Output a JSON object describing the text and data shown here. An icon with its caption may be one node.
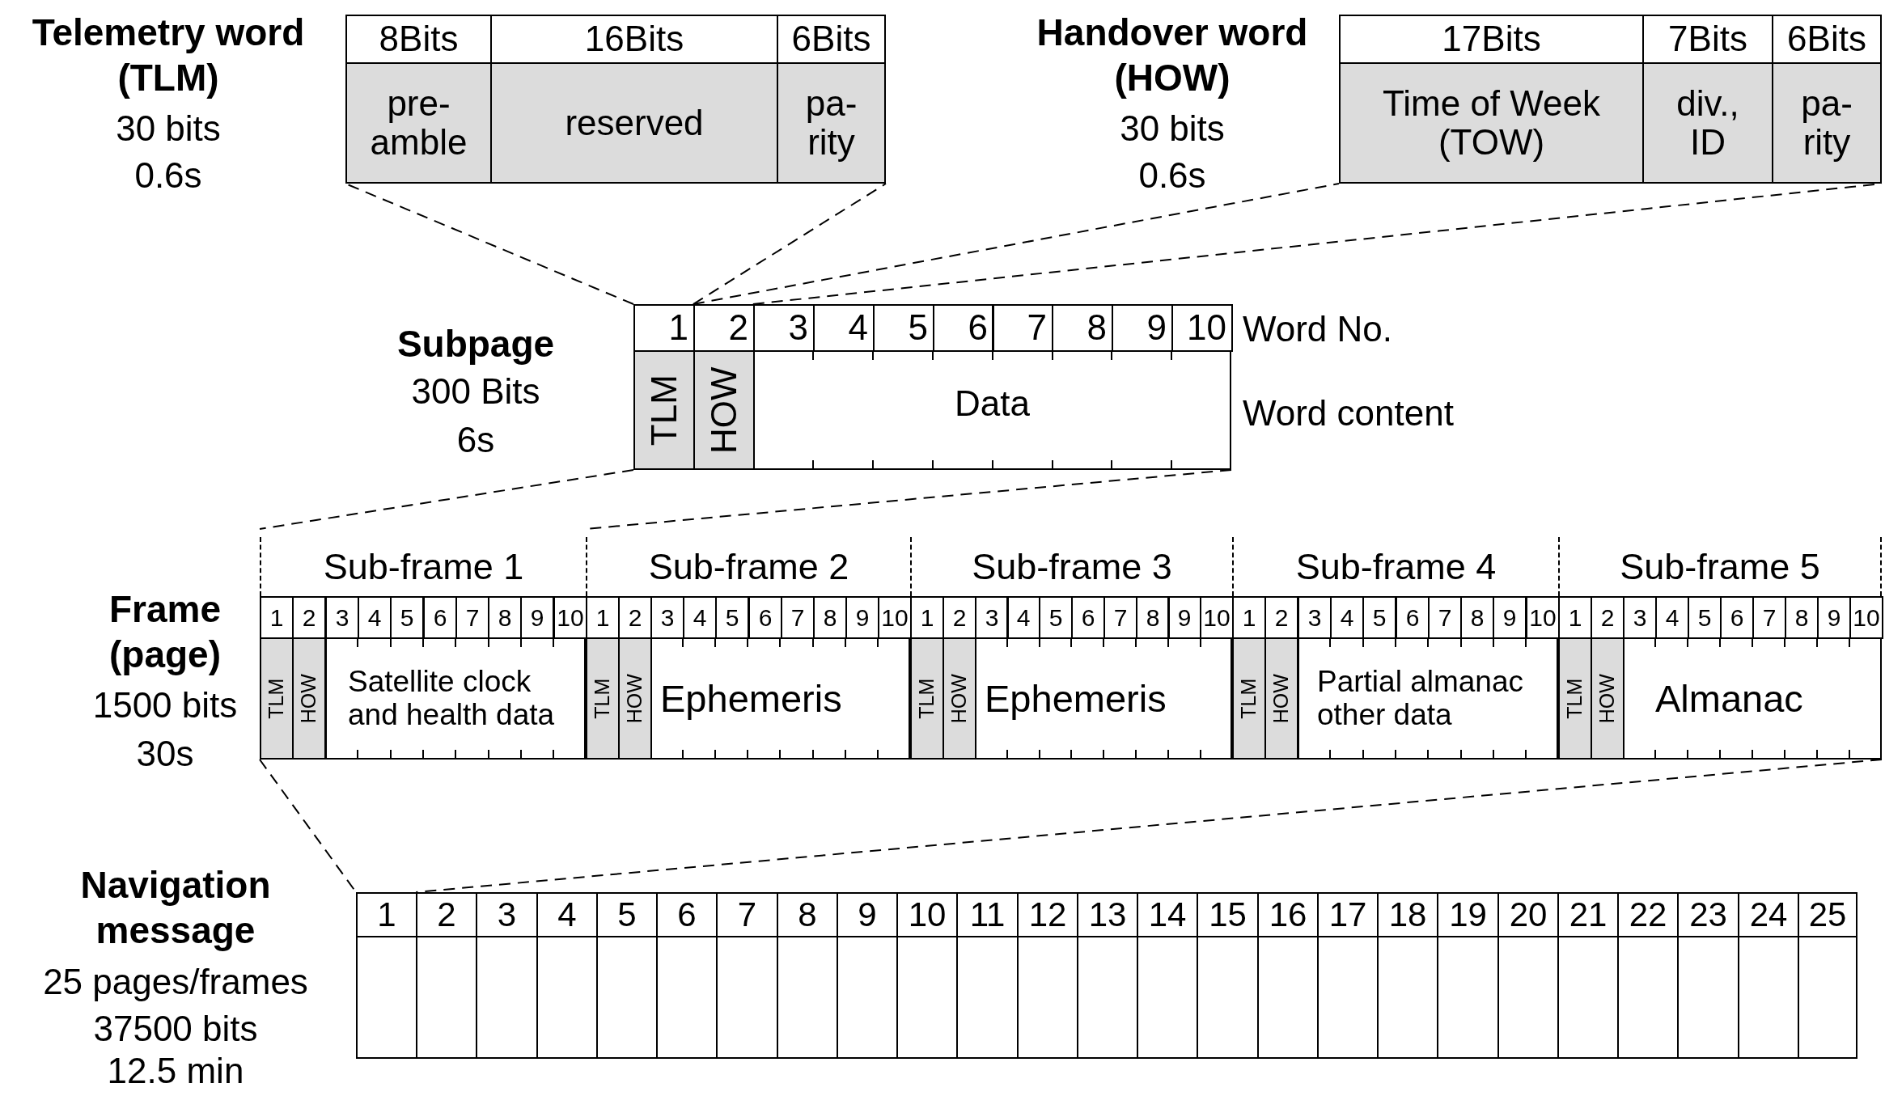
{
  "diagram": {
    "nodes": [
      {
        "text": [
          "8Bits",
          "16Bits",
          "6Bits",
          "pre- amble",
          "reserved",
          "pa- rity"
        ]
      },
      {
        "text": [
          "17Bits",
          "7Bits",
          "6Bits",
          "Time of Week (TOW)",
          "div., ID",
          "pa- rity"
        ]
      },
      {
        "text": [
          "1",
          "2",
          "3",
          "4",
          "5",
          "6",
          "7",
          "8",
          "9",
          "10",
          "TLM",
          "HOW",
          "Data"
        ]
      },
      {
        "text": [
          "Sub-frame 1",
          "1",
          "2",
          "3",
          "4",
          "5",
          "6",
          "7",
          "8",
          "9",
          "10",
          "TLM",
          "HOW",
          "Satellite clock and health data"
        ]
      },
      {
        "text": [
          "Sub-frame 2",
          "1",
          "2",
          "3",
          "4",
          "5",
          "6",
          "7",
          "8",
          "9",
          "10",
          "TLM",
          "HOW",
          "Ephemeris"
        ]
      },
      {
        "text": [
          "Sub-frame 3",
          "1",
          "2",
          "3",
          "4",
          "5",
          "6",
          "7",
          "8",
          "9",
          "10",
          "TLM",
          "HOW",
          "Ephemeris"
        ]
      },
      {
        "text": [
          "Sub-frame 4",
          "1",
          "2",
          "3",
          "4",
          "5",
          "6",
          "7",
          "8",
          "9",
          "10",
          "TLM",
          "HOW",
          "Partial almanac other data"
        ]
      },
      {
        "text": [
          "Sub-frame 5",
          "1",
          "2",
          "3",
          "4",
          "5",
          "6",
          "7",
          "8",
          "9",
          "10",
          "TLM",
          "HOW",
          "Almanac"
        ]
      },
      {
        "text": [
          "1",
          "2",
          "3",
          "4",
          "5",
          "6",
          "7",
          "8",
          "9",
          "10",
          "11",
          "12",
          "13",
          "14",
          "15",
          "16",
          "17",
          "18",
          "19",
          "20",
          "21",
          "22",
          "23",
          "24",
          "25"
        ]
      }
    ],
    "edges": [
      {
        "from": 2,
        "to": 0,
        "arrow": "none",
        "style": "dashed"
      },
      {
        "from": 2,
        "to": 0,
        "arrow": "none",
        "style": "dashed"
      },
      {
        "from": 2,
        "to": 1,
        "arrow": "none",
        "style": "dashed"
      },
      {
        "from": 2,
        "to": 1,
        "arrow": "none",
        "style": "dashed"
      },
      {
        "from": 2,
        "to": 3,
        "arrow": "none",
        "style": "dashed"
      },
      {
        "from": 2,
        "to": 3,
        "arrow": "none",
        "style": "dashed"
      },
      {
        "from": 3,
        "to": 8,
        "arrow": "none",
        "style": "dashed"
      },
      {
        "from": 7,
        "to": 8,
        "arrow": "none",
        "style": "dashed"
      }
    ],
    "labels": [
      "Telemetry word (TLM)",
      "30 bits",
      "0.6s",
      "Handover word (HOW)",
      "30 bits",
      "0.6s",
      "Subpage",
      "300 Bits",
      "6s",
      "Word No.",
      "Word content",
      "Frame (page)",
      "1500 bits",
      "30s",
      "Navigation message",
      "25 pages/frames",
      "37500 bits",
      "12.5 min"
    ]
  }
}
